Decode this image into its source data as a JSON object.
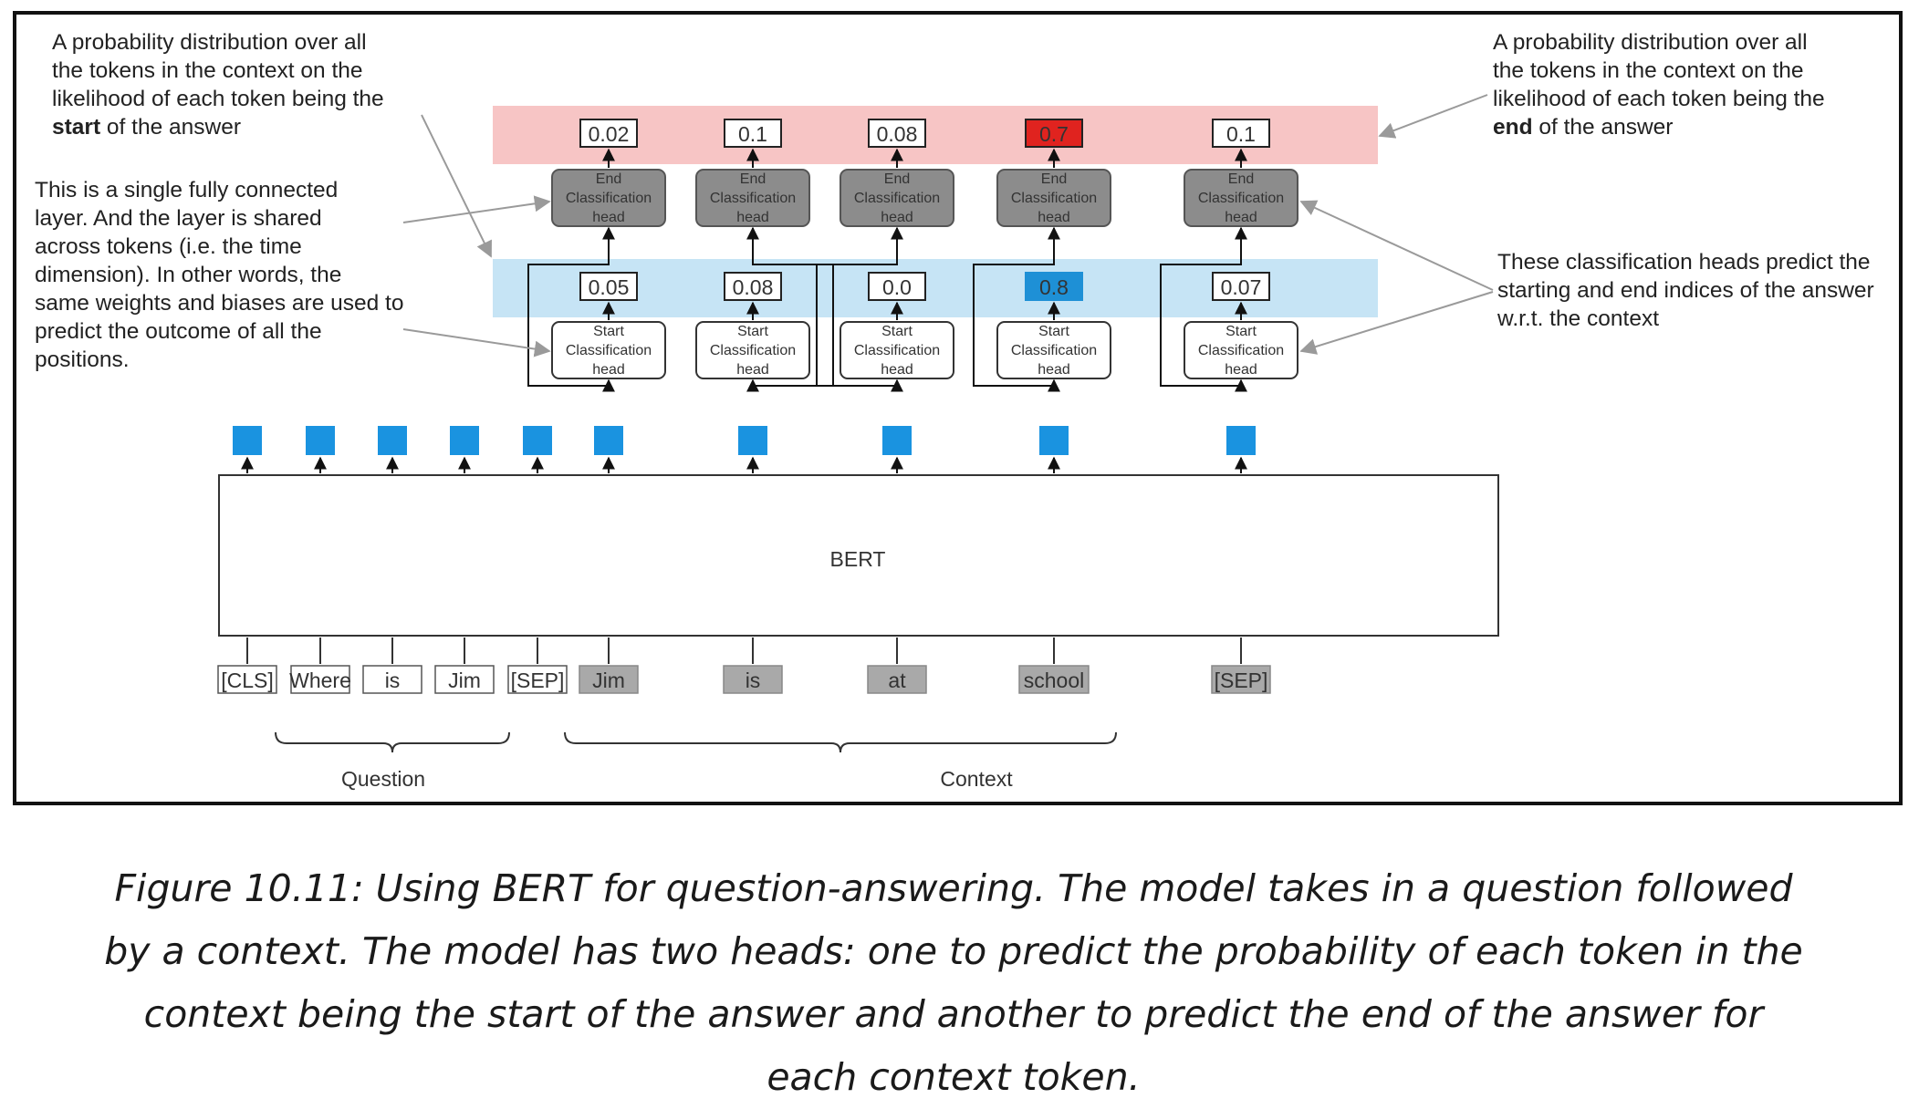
{
  "annotations": {
    "start_dist": {
      "lines": [
        "A probability distribution over all",
        "the tokens in the context on the",
        "likelihood of each token being the"
      ],
      "bold_word": "start",
      "last_suffix": " of the answer"
    },
    "end_dist": {
      "lines": [
        "A probability distribution over all",
        "the tokens in the context on the",
        "likelihood of each token being the"
      ],
      "bold_word": "end",
      "last_suffix": " of the answer"
    },
    "fc_layer": {
      "lines": [
        "This is a single fully connected",
        "layer. And the layer is shared",
        "across tokens (i.e. the time",
        "dimension). In other words, the",
        "same weights and biases are used to",
        "predict the outcome of all the",
        "positions."
      ]
    },
    "heads_note": {
      "lines": [
        "These classification heads predict the",
        "starting and end indices of the answer",
        "w.r.t. the context"
      ]
    }
  },
  "end_probs": [
    "0.02",
    "0.1",
    "0.08",
    "0.7",
    "0.1"
  ],
  "start_probs": [
    "0.05",
    "0.08",
    "0.0",
    "0.8",
    "0.07"
  ],
  "end_head_label": [
    "End",
    "Classification",
    "head"
  ],
  "start_head_label": [
    "Start",
    "Classification",
    "head"
  ],
  "model_label": "BERT",
  "question_tokens": [
    "[CLS]",
    "Where",
    "is",
    "Jim",
    "[SEP]"
  ],
  "context_tokens": [
    "Jim",
    "is",
    "at",
    "school",
    "[SEP]"
  ],
  "group_labels": {
    "question": "Question",
    "context": "Context"
  },
  "colors": {
    "end_band": "#f7c5c5",
    "start_band": "#c6e4f5",
    "highlight_end": "#e0231f",
    "highlight_start": "#1e90d6",
    "embedding": "#1a93e0",
    "head_fill_end": "#8c8c8c",
    "context_token_fill": "#a9a9a9"
  },
  "caption": "Figure 10.11: Using BERT for question-answering. The model takes in a question followed by a context. The model has two heads: one to predict the probability of each token in the context being the start of the answer and another to predict the end of the answer for each context token."
}
